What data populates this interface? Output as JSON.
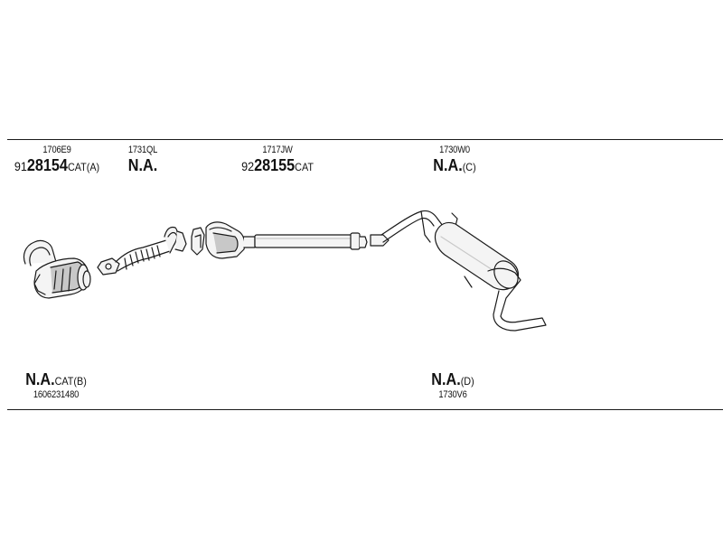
{
  "top_labels": [
    {
      "ref": "1706E9",
      "prefix": "91",
      "main": "28154",
      "suffix": "CAT(A)"
    },
    {
      "ref": "1731QL",
      "prefix": "",
      "main": "N.A.",
      "suffix": ""
    },
    {
      "ref": "1717JW",
      "prefix": "92",
      "main": "28155",
      "suffix": "CAT"
    },
    {
      "ref": "1730W0",
      "prefix": "",
      "main": "N.A.",
      "suffix": "(C)"
    }
  ],
  "bottom_labels": [
    {
      "main": "N.A.",
      "suffix": "CAT(B)",
      "ref": "1606231480"
    },
    {
      "main": "N.A.",
      "suffix": "(D)",
      "ref": "1730V6"
    }
  ],
  "colors": {
    "line": "#1a1a1a",
    "part_fill": "#f4f4f4",
    "part_shade": "#c8c8c8"
  }
}
